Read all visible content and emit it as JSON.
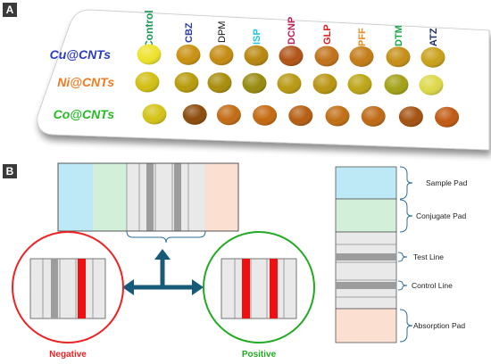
{
  "panels": {
    "a": "A",
    "b": "B"
  },
  "plate": {
    "columns": [
      {
        "label": "Control",
        "color": "#1a9a55"
      },
      {
        "label": "CBZ",
        "color": "#2b3ea8"
      },
      {
        "label": "DPM",
        "color": "#111111"
      },
      {
        "label": "ISP",
        "color": "#1ec8e0"
      },
      {
        "label": "DCNP",
        "color": "#c0205a"
      },
      {
        "label": "GLP",
        "color": "#e02020"
      },
      {
        "label": "PFF",
        "color": "#f08a20"
      },
      {
        "label": "DTM",
        "color": "#19a848"
      },
      {
        "label": "ATZ",
        "color": "#1a2a6a"
      }
    ],
    "rows": [
      {
        "label": "Cu@CNTs",
        "color": "#2a3cc0",
        "wells": [
          "#eee22a",
          "#c8900e",
          "#c48a10",
          "#b8860c",
          "#b05214",
          "#c07018",
          "#c37a14",
          "#c58e14",
          "#c9a018"
        ]
      },
      {
        "label": "Ni@CNTs",
        "color": "#f07a20",
        "wells": [
          "#d2be12",
          "#b69a0a",
          "#a88c0a",
          "#968a0c",
          "#b89810",
          "#b89410",
          "#bca414",
          "#a2a014",
          "#ddd848"
        ]
      },
      {
        "label": "Co@CNTs",
        "color": "#22bb22",
        "wells": [
          "#d4c216",
          "#8a4a0a",
          "#c06a12",
          "#c4680e",
          "#b55c10",
          "#c06d12",
          "#be6812",
          "#a2500e",
          "#c05810"
        ]
      }
    ]
  },
  "strip": {
    "labels": {
      "sample_pad": "Sample Pad",
      "conjugate_pad": "Conjugate Pad",
      "test_line": "Test Line",
      "control_line": "Control Line",
      "absorption_pad": "Absorption Pad"
    },
    "results": {
      "negative": "Negative",
      "positive": "Positive"
    },
    "colors": {
      "sample_pad": "#bde9f6",
      "conjugate_pad": "#d2efda",
      "membrane": "#e9e9e9",
      "line_gray": "#a0a0a0",
      "line_red": "#ee1111",
      "absorption_pad": "#fbe0d2",
      "negative": "#ee2222",
      "positive": "#22aa22",
      "arrow": "#175a7a",
      "bracket": "#2d6f9a"
    }
  }
}
